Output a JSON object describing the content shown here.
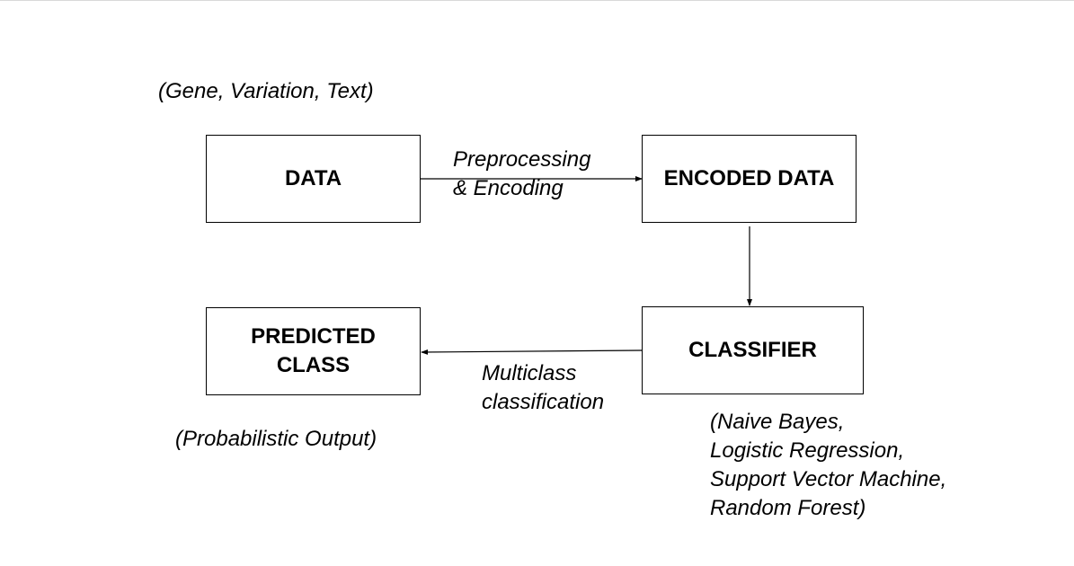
{
  "diagram": {
    "nodes": {
      "data": {
        "label": "DATA"
      },
      "encoded": {
        "label": "ENCODED DATA"
      },
      "classifier": {
        "label": "CLASSIFIER"
      },
      "predicted": {
        "label_lines": [
          "PREDICTED",
          "CLASS"
        ]
      }
    },
    "notes": {
      "data_inputs": "(Gene, Variation, Text)",
      "output_note": "(Probabilistic Output)",
      "classifier_models": [
        "(Naive Bayes,",
        "Logistic Regression,",
        "Support Vector Machine,",
        "Random Forest)"
      ]
    },
    "edges": {
      "preprocess": {
        "label_lines": [
          "Preprocessing",
          "& Encoding"
        ]
      },
      "classify": {
        "label_lines": [
          "Multiclass",
          "classification"
        ]
      }
    }
  }
}
